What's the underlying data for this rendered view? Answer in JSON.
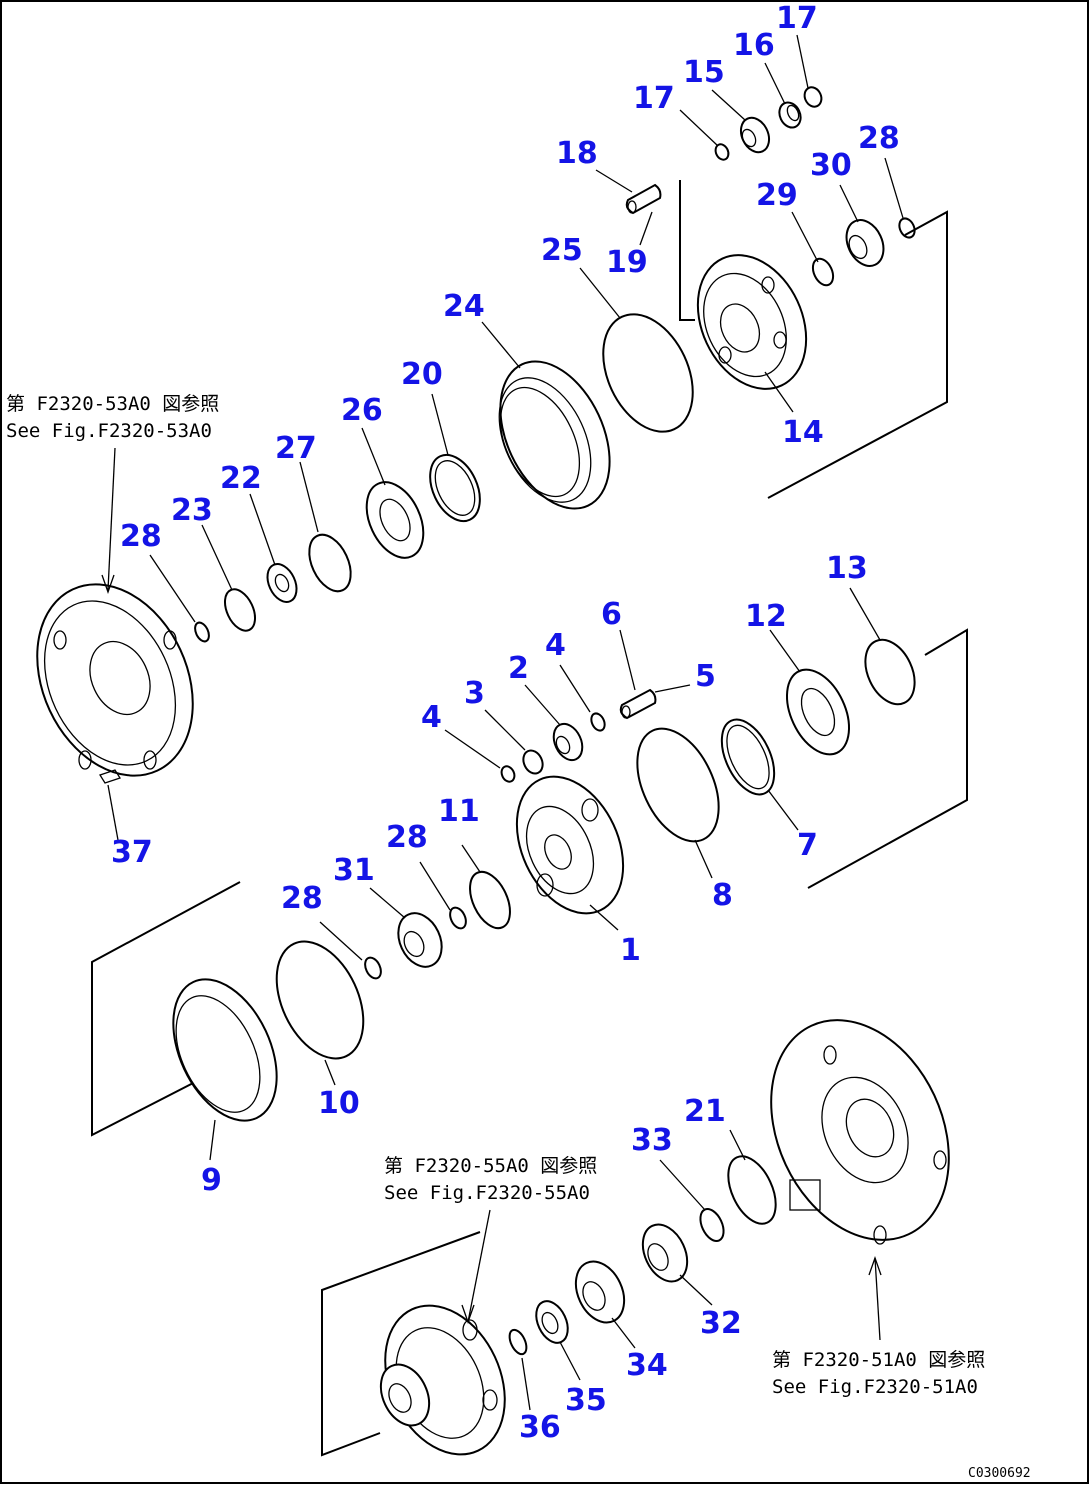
{
  "callouts": [
    "17",
    "16",
    "17",
    "15",
    "18",
    "28",
    "30",
    "29",
    "19",
    "25",
    "24",
    "20",
    "14",
    "26",
    "27",
    "22",
    "23",
    "28",
    "13",
    "6",
    "12",
    "4",
    "5",
    "2",
    "3",
    "4",
    "11",
    "28",
    "7",
    "31",
    "28",
    "8",
    "1",
    "37",
    "10",
    "9",
    "21",
    "33",
    "32",
    "34",
    "35",
    "36"
  ],
  "refs": {
    "top_left_line1": "第 F2320-53A0 図参照",
    "top_left_line2": "See Fig.F2320-53A0",
    "bottom_mid_line1": "第 F2320-55A0 図参照",
    "bottom_mid_line2": "See Fig.F2320-55A0",
    "bottom_right_line1": "第 F2320-51A0 図参照",
    "bottom_right_line2": "See Fig.F2320-51A0"
  },
  "drawing_code": "C0300692",
  "colors": {
    "callout": "#1414e6",
    "line": "#000000",
    "background": "#ffffff"
  }
}
